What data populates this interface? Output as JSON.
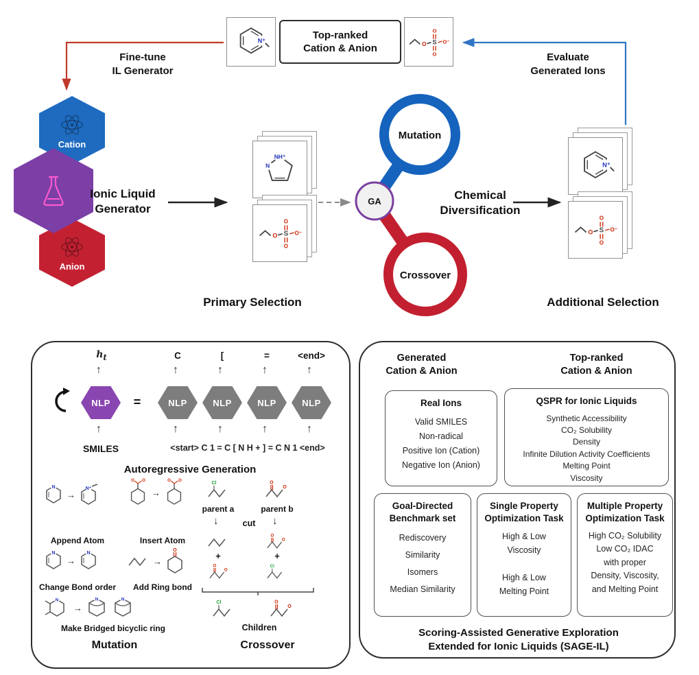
{
  "colors": {
    "cation_hex_blue": "#1e6bc0",
    "generator_hex_purple": "#7b3fa6",
    "anion_hex_red": "#c32132",
    "mutation_ring_blue": "#1563bd",
    "crossover_ring_red": "#c22030",
    "ga_circle_outline_purple": "#7a3fa0",
    "nlp_hex_purple": "#8a46b0",
    "nlp_hex_gray": "#7d7d7d",
    "arrow_red": "#c0392b",
    "arrow_blue": "#2e74c4"
  },
  "top": {
    "fine_tune_label": "Fine-tune\nIL Generator",
    "top_ranked_label": "Top-ranked\nCation & Anion",
    "evaluate_label": "Evaluate\nGenerated Ions",
    "cation_hex_label": "Cation",
    "anion_hex_label": "Anion",
    "generator_label": "Ionic Liquid\nGenerator",
    "primary_selection_label": "Primary Selection",
    "ga_label": "GA",
    "mutation_label": "Mutation",
    "crossover_label": "Crossover",
    "diversification_label": "Chemical\nDiversification",
    "additional_selection_label": "Additional Selection"
  },
  "autoregressive": {
    "ht_base": "h",
    "ht_sub": "t",
    "nlp": "NLP",
    "equals": "=",
    "tokens": [
      "C",
      "[",
      "=",
      "<end>"
    ],
    "smiles_label": "SMILES",
    "sequence": "<start> C 1 = C [ N H + ] = C N 1 <end>",
    "caption": "Autoregressive Generation"
  },
  "mutation_section": {
    "labels": [
      "Append Atom",
      "Insert Atom",
      "Change Bond order",
      "Add Ring bond",
      "Make Bridged bicyclic ring"
    ],
    "caption": "Mutation"
  },
  "crossover_section": {
    "parent_a": "parent a",
    "parent_b": "parent b",
    "cut": "cut",
    "plus": "+",
    "children": "Children",
    "caption": "Crossover"
  },
  "scoring": {
    "generated_label": "Generated\nCation & Anion",
    "top_ranked_label": "Top-ranked\nCation & Anion",
    "real_ions": {
      "title": "Real Ions",
      "items": [
        "Valid SMILES",
        "Non-radical",
        "Positive Ion (Cation)",
        "Negative Ion (Anion)"
      ]
    },
    "qspr": {
      "title": "QSPR for Ionic Liquids",
      "items": [
        "Synthetic Accessibility",
        "CO₂ Solubility",
        "Density",
        "Infinite Dilution Activity Coefficients",
        "Melting Point",
        "Viscosity"
      ]
    },
    "goal": {
      "title": "Goal-Directed\nBenchmark set",
      "items": [
        "Rediscovery",
        "Similarity",
        "Isomers",
        "Median Similarity"
      ]
    },
    "single": {
      "title": "Single Property\nOptimization Task",
      "items": [
        "High & Low",
        "Viscosity",
        "",
        "High & Low",
        "Melting Point"
      ]
    },
    "multiple": {
      "title": "Multiple Property\nOptimization Task",
      "items": [
        "High CO₂ Solubility",
        "Low CO₂ IDAC",
        "with proper",
        "Density, Viscosity,",
        "and Melting Point"
      ]
    },
    "footer": "Scoring-Assisted Generative Exploration\nExtended for Ionic Liquids (SAGE-IL)"
  }
}
